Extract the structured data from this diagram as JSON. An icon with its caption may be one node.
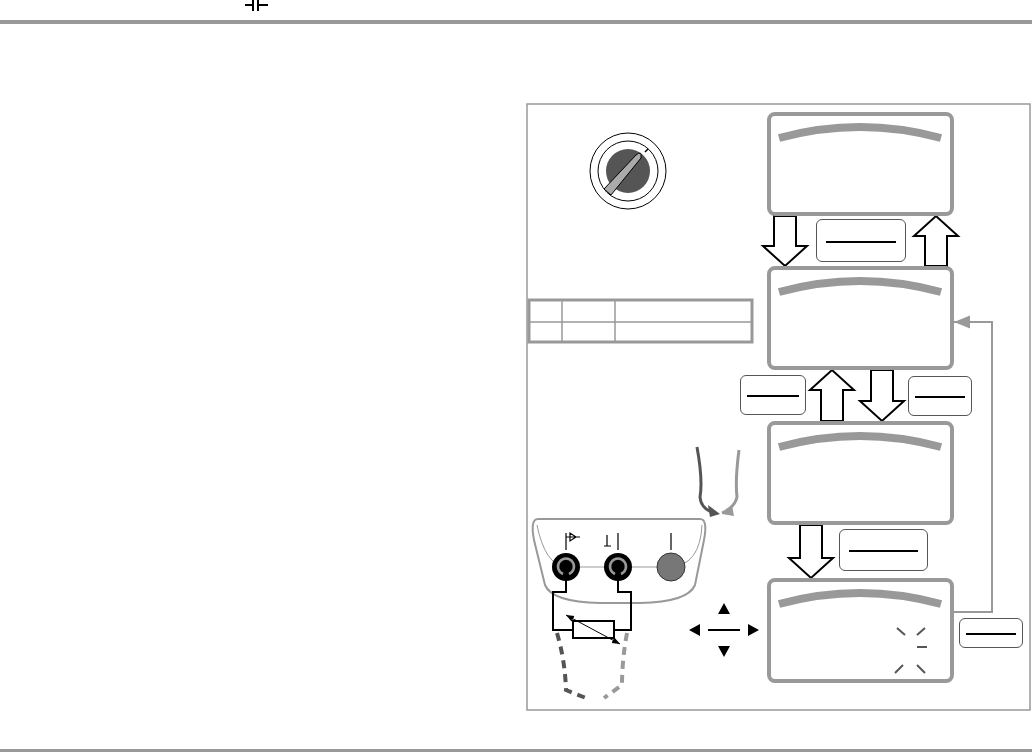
{
  "diagram": {
    "nodes": [
      {
        "text": [],
        "shape": "box"
      },
      {
        "text": [],
        "shape": "box"
      },
      {
        "text": [],
        "shape": "box"
      },
      {
        "text": [],
        "shape": "box"
      },
      {
        "text": [],
        "shape": "box"
      },
      {
        "text": [],
        "shape": "box"
      },
      {
        "text": [],
        "shape": "box"
      },
      {
        "text": [],
        "shape": "box"
      },
      {
        "text": [],
        "shape": "box"
      }
    ],
    "edges": [
      {
        "from": 0,
        "to": 2,
        "arrow": "to",
        "style": "thick"
      },
      {
        "from": 2,
        "to": 0,
        "arrow": "to",
        "style": "thick"
      },
      {
        "from": 5,
        "to": 2,
        "arrow": "to",
        "style": "thick"
      },
      {
        "from": 2,
        "to": 5,
        "arrow": "to",
        "style": "thick"
      },
      {
        "from": 5,
        "to": 7,
        "arrow": "to",
        "style": "thick"
      },
      {
        "from": 7,
        "to": 2,
        "arrow": "to",
        "color": "#999999"
      }
    ]
  }
}
